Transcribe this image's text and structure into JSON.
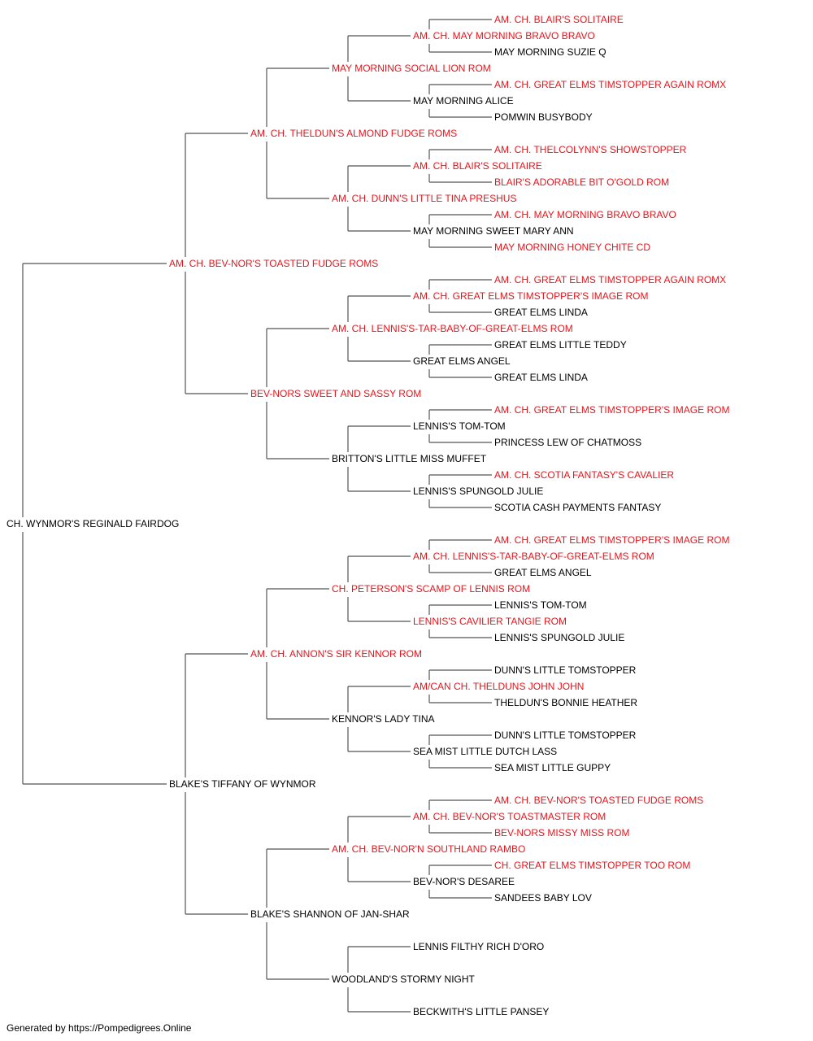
{
  "colors": {
    "champion": "#e8141c",
    "normal": "#000000",
    "line": "#555555"
  },
  "pedigree": {
    "name": "CH. WYNMOR'S REGINALD FAIRDOG",
    "champion": false,
    "sire": {
      "name": "AM. CH. BEV-NOR'S TOASTED FUDGE ROMS",
      "champion": true,
      "sire": {
        "name": "AM. CH. THELDUN'S ALMOND FUDGE ROMS",
        "champion": true,
        "sire": {
          "name": "MAY MORNING SOCIAL LION ROM",
          "champion": true,
          "sire": {
            "name": "AM. CH. MAY MORNING BRAVO BRAVO",
            "champion": true,
            "sire": {
              "name": "AM. CH. BLAIR'S SOLITAIRE",
              "champion": true
            },
            "dam": {
              "name": "MAY MORNING SUZIE Q",
              "champion": false
            }
          },
          "dam": {
            "name": "MAY MORNING ALICE",
            "champion": false,
            "sire": {
              "name": "AM. CH. GREAT ELMS TIMSTOPPER AGAIN ROMX",
              "champion": true
            },
            "dam": {
              "name": "POMWIN BUSYBODY",
              "champion": false
            }
          }
        },
        "dam": {
          "name": "AM. CH. DUNN'S LITTLE TINA PRESHUS",
          "champion": true,
          "sire": {
            "name": "AM. CH. BLAIR'S SOLITAIRE",
            "champion": true,
            "sire": {
              "name": "AM. CH. THELCOLYNN'S SHOWSTOPPER",
              "champion": true
            },
            "dam": {
              "name": "BLAIR'S ADORABLE BIT O'GOLD ROM",
              "champion": true
            }
          },
          "dam": {
            "name": "MAY MORNING SWEET MARY ANN",
            "champion": false,
            "sire": {
              "name": "AM. CH. MAY MORNING BRAVO BRAVO",
              "champion": true
            },
            "dam": {
              "name": "MAY MORNING HONEY CHITE CD",
              "champion": true
            }
          }
        }
      },
      "dam": {
        "name": "BEV-NORS SWEET AND SASSY ROM",
        "champion": true,
        "sire": {
          "name": "AM. CH. LENNIS'S-TAR-BABY-OF-GREAT-ELMS ROM",
          "champion": true,
          "sire": {
            "name": "AM. CH. GREAT ELMS TIMSTOPPER'S IMAGE ROM",
            "champion": true,
            "sire": {
              "name": "AM. CH. GREAT ELMS TIMSTOPPER AGAIN ROMX",
              "champion": true
            },
            "dam": {
              "name": "GREAT ELMS LINDA",
              "champion": false
            }
          },
          "dam": {
            "name": "GREAT ELMS ANGEL",
            "champion": false,
            "sire": {
              "name": "GREAT ELMS LITTLE TEDDY",
              "champion": false
            },
            "dam": {
              "name": "GREAT ELMS LINDA",
              "champion": false
            }
          }
        },
        "dam": {
          "name": "BRITTON'S LITTLE MISS MUFFET",
          "champion": false,
          "sire": {
            "name": "LENNIS'S TOM-TOM",
            "champion": false,
            "sire": {
              "name": "AM. CH. GREAT ELMS TIMSTOPPER'S IMAGE ROM",
              "champion": true
            },
            "dam": {
              "name": "PRINCESS LEW OF CHATMOSS",
              "champion": false
            }
          },
          "dam": {
            "name": "LENNIS'S SPUNGOLD JULIE",
            "champion": false,
            "sire": {
              "name": "AM. CH. SCOTIA FANTASY'S CAVALIER",
              "champion": true
            },
            "dam": {
              "name": "SCOTIA CASH PAYMENTS FANTASY",
              "champion": false
            }
          }
        }
      }
    },
    "dam": {
      "name": "BLAKE'S TIFFANY OF WYNMOR",
      "champion": false,
      "sire": {
        "name": "AM. CH. ANNON'S SIR KENNOR ROM",
        "champion": true,
        "sire": {
          "name": "CH. PETERSON'S SCAMP OF LENNIS ROM",
          "champion": true,
          "sire": {
            "name": "AM. CH. LENNIS'S-TAR-BABY-OF-GREAT-ELMS ROM",
            "champion": true,
            "sire": {
              "name": "AM. CH. GREAT ELMS TIMSTOPPER'S IMAGE ROM",
              "champion": true
            },
            "dam": {
              "name": "GREAT ELMS ANGEL",
              "champion": false
            }
          },
          "dam": {
            "name": "LENNIS'S CAVILIER TANGIE ROM",
            "champion": true,
            "sire": {
              "name": "LENNIS'S TOM-TOM",
              "champion": false
            },
            "dam": {
              "name": "LENNIS'S SPUNGOLD JULIE",
              "champion": false
            }
          }
        },
        "dam": {
          "name": "KENNOR'S LADY TINA",
          "champion": false,
          "sire": {
            "name": "AM/CAN CH. THELDUNS JOHN JOHN",
            "champion": true,
            "sire": {
              "name": "DUNN'S LITTLE TOMSTOPPER",
              "champion": false
            },
            "dam": {
              "name": "THELDUN'S BONNIE HEATHER",
              "champion": false
            }
          },
          "dam": {
            "name": "SEA MIST LITTLE DUTCH LASS",
            "champion": false,
            "sire": {
              "name": "DUNN'S LITTLE TOMSTOPPER",
              "champion": false
            },
            "dam": {
              "name": "SEA MIST LITTLE GUPPY",
              "champion": false
            }
          }
        }
      },
      "dam": {
        "name": "BLAKE'S SHANNON OF JAN-SHAR",
        "champion": false,
        "sire": {
          "name": "AM. CH. BEV-NOR'N SOUTHLAND RAMBO",
          "champion": true,
          "sire": {
            "name": "AM. CH. BEV-NOR'S TOASTMASTER ROM",
            "champion": true,
            "sire": {
              "name": "AM. CH. BEV-NOR'S TOASTED FUDGE ROMS",
              "champion": true
            },
            "dam": {
              "name": "BEV-NORS MISSY MISS ROM",
              "champion": true
            }
          },
          "dam": {
            "name": "BEV-NOR'S DESAREE",
            "champion": false,
            "sire": {
              "name": "CH. GREAT ELMS TIMSTOPPER TOO ROM",
              "champion": true
            },
            "dam": {
              "name": "SANDEES BABY LOV",
              "champion": false
            }
          }
        },
        "dam": {
          "name": "WOODLAND'S STORMY NIGHT",
          "champion": false,
          "sire": {
            "name": "LENNIS FILTHY RICH D'ORO",
            "champion": false
          },
          "dam": {
            "name": "BECKWITH'S LITTLE PANSEY",
            "champion": false
          }
        }
      }
    }
  },
  "footer": "Generated by https://Pompedigrees.Online"
}
